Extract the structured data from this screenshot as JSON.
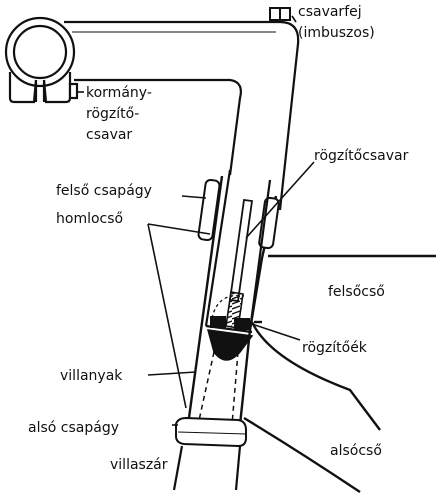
{
  "labels": {
    "csavarfej_line1": "csavarfej",
    "csavarfej_line2": "(imbuszos)",
    "kormany_line1": "kormány-",
    "kormany_line2": "rögzítő-",
    "kormany_line3": "csavar",
    "rogzitocsavar": "rögzítőcsavar",
    "felso_csapagy": "felső csapágy",
    "homlocso": "homlocső",
    "felsocso": "felsőcső",
    "rogzitoek": "rögzítőék",
    "villanyak": "villanyak",
    "also_csapagy": "alsó csapágy",
    "alsocso": "alsócső",
    "villaszar": "villaszár"
  },
  "colors": {
    "ink": "#111111",
    "background": "#ffffff"
  }
}
